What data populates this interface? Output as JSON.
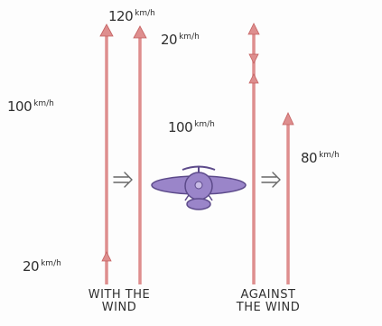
{
  "colors": {
    "arrow": "#de8e8e",
    "arrow_outline": "#c46060",
    "plane_fill": "#9a85c9",
    "plane_outline": "#5c4a8a",
    "text": "#2f2f2f"
  },
  "labels": {
    "with_total": {
      "value": "120",
      "unit": "km/h"
    },
    "with_plane": {
      "value": "100",
      "unit": "km/h"
    },
    "with_wind": {
      "value": "20",
      "unit": "km/h"
    },
    "against_wind": {
      "value": "20",
      "unit": "km/h"
    },
    "plane_speed": {
      "value": "100",
      "unit": "km/h"
    },
    "against_total": {
      "value": "80",
      "unit": "km/h"
    }
  },
  "captions": {
    "with": {
      "line1": "WITH THE",
      "line2": "WIND"
    },
    "against": {
      "line1": "AGAINST",
      "line2": "THE WIND"
    }
  },
  "icons": {
    "plane": "airplane-icon",
    "implies_left": "implies-arrow-icon",
    "implies_right": "implies-arrow-icon"
  }
}
